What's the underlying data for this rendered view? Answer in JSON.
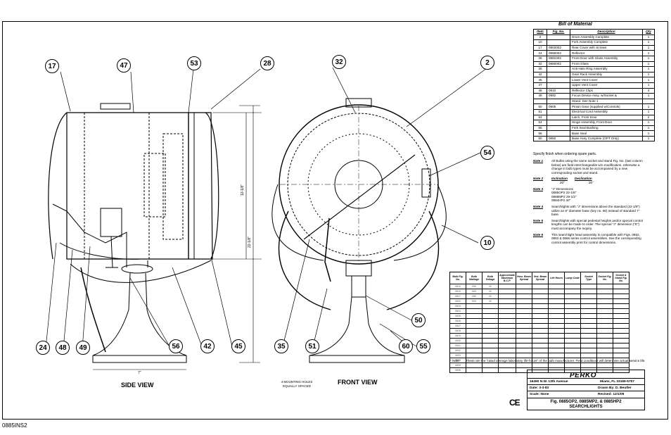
{
  "callouts": [
    "17",
    "47",
    "53",
    "28",
    "32",
    "2",
    "54",
    "10",
    "50",
    "24",
    "48",
    "49",
    "56",
    "42",
    "45",
    "35",
    "51",
    "60",
    "55"
  ],
  "views": {
    "side": "SIDE VIEW",
    "front": "FRONT VIEW"
  },
  "dimensions": {
    "d1": "12-1/8\"",
    "d2": "22-1/8\"",
    "foot": "7\""
  },
  "mounting_note": [
    "4 MOUNTING HOLES",
    "EQUALLY SPACED"
  ],
  "bom": {
    "title": "Bill of Material",
    "headers": [
      "Item",
      "Fig. No.",
      "Description",
      "Qty"
    ],
    "rows": [
      [
        "2",
        "",
        "Drum Assembly Complete",
        "1"
      ],
      [
        "10",
        "",
        "Fork Assembly Complete",
        "1"
      ],
      [
        "17",
        "0902002",
        "Rear Cover with Screws",
        "1"
      ],
      [
        "24",
        "0890002",
        "Reflector",
        "1"
      ],
      [
        "28",
        "0891002",
        "Front Door with Glass Assembly",
        "1"
      ],
      [
        "32",
        "0880002",
        "Front Glass",
        "1"
      ],
      [
        "35",
        "",
        "Anti-Halo Ring Assembly",
        "1"
      ],
      [
        "42",
        "",
        "Gear Rack Assembly",
        "1"
      ],
      [
        "45",
        "",
        "Lower Vent Cover",
        "1"
      ],
      [
        "47",
        "",
        "Upper Vent Cover",
        "1"
      ],
      [
        "48",
        "0910",
        "Reflector Clips",
        "4"
      ],
      [
        "49",
        "0892",
        "Focus Device Assy. w/Socket &",
        "1"
      ],
      [
        "",
        "",
        "Stand. See Note 1",
        ""
      ],
      [
        "50",
        "0905",
        "Pinion Gear (supplied w/Controls)",
        "1"
      ],
      [
        "51",
        "",
        "Electrical Cord Assembly",
        "1"
      ],
      [
        "53",
        "",
        "Latch, Front Door",
        "2"
      ],
      [
        "54",
        "",
        "Hinge Assembly, Front Door",
        "1"
      ],
      [
        "55",
        "",
        "Fork Seal Bushing",
        "1"
      ],
      [
        "56",
        "",
        "Base Seal",
        "1"
      ],
      [
        "60",
        "0850",
        "Base Assy Complete (OPT Only)",
        "1"
      ]
    ],
    "spec": "Specify finish when ordering spare parts."
  },
  "notes": {
    "n1": {
      "label": "Note 1",
      "text": "All Bulbs using the same socket and stand Fig. No. (last column below) are field interchangeable w/o modification, otherwise a change in bulb types must be accompanied by a new corresponding socket and stand."
    },
    "n2": {
      "label": "Note 2",
      "h1": "Inclination",
      "h2": "Declination",
      "v1": "20°",
      "v2": "20°"
    },
    "n3": {
      "label": "Note 3",
      "text": "\"J\" Dimensions",
      "lines": [
        "0885OP2    22-1/8\"",
        "0885MP2    29-1/2\"",
        "0884HP2    40\""
      ]
    },
    "n4": {
      "label": "Note 4",
      "text": "Searchlights with \"J\" dimensions above the standard (22-1/8\") utilize an 8\" diameter base (key no. 60) instead of standard 7\" base."
    },
    "n5": {
      "label": "Note 5",
      "text": "Searchlights with special pedestal heights and/or special control lengths can be made to order. The special \"J\" dimension (\"E\") must accompany the inquiry."
    },
    "n6": {
      "label": "Note 6",
      "text": "This searchlight head assembly is compatible with Figs. 0852, 0863 & 0866 series control assemblies. See the corresponding control assembly print for control dimensions."
    }
  },
  "bulb_table": {
    "headers": [
      "Bulb Fig. No.",
      "Bulb Wattage",
      "Bulb Voltage",
      "Approximate Maximum B.C.P.",
      "Horz. Beam Spread",
      "Vert. Beam Spread",
      "Life Hours",
      "Lamp Code",
      "Socket Type",
      "Socket Fig. No.",
      "Socket & Stand Fig. No."
    ],
    "rows": [
      [
        "0810",
        "250",
        "32",
        "",
        "",
        "",
        "",
        "",
        "",
        "",
        ""
      ],
      [
        "0815",
        "500",
        "32",
        "",
        "",
        "",
        "",
        "",
        "",
        "",
        ""
      ],
      [
        "0817",
        "250",
        "32",
        "",
        "",
        "",
        "",
        "",
        "",
        "",
        ""
      ],
      [
        "0822",
        "500",
        "32",
        "",
        "",
        "",
        "",
        "",
        "",
        "",
        ""
      ],
      [
        "0823",
        "",
        "",
        "",
        "",
        "",
        "",
        "",
        "",
        "",
        ""
      ],
      [
        "0824",
        "",
        "",
        "",
        "",
        "",
        "",
        "",
        "",
        "",
        ""
      ],
      [
        "0825",
        "",
        "",
        "",
        "",
        "",
        "",
        "",
        "",
        "",
        ""
      ],
      [
        "0826",
        "",
        "",
        "",
        "",
        "",
        "",
        "",
        "",
        "",
        ""
      ],
      [
        "0827",
        "",
        "",
        "",
        "",
        "",
        "",
        "",
        "",
        "",
        ""
      ],
      [
        "0828",
        "",
        "",
        "",
        "",
        "",
        "",
        "",
        "",
        "",
        ""
      ],
      [
        "0829",
        "",
        "",
        "",
        "",
        "",
        "",
        "",
        "",
        "",
        ""
      ],
      [
        "0830",
        "",
        "",
        "",
        "",
        "",
        "",
        "",
        "",
        "",
        ""
      ],
      [
        "0831",
        "",
        "",
        "",
        "",
        "",
        "",
        "",
        "",
        "",
        ""
      ],
      [
        "0832",
        "",
        "",
        "",
        "",
        "",
        "",
        "",
        "",
        "",
        ""
      ],
      [
        "0833",
        "",
        "",
        "",
        "",
        "",
        "",
        "",
        "",
        "",
        ""
      ],
      [
        "0834",
        "",
        "",
        "",
        "",
        "",
        "",
        "",
        "",
        "",
        ""
      ],
      [
        "0835",
        "",
        "",
        "",
        "",
        "",
        "",
        "",
        "",
        "",
        ""
      ],
      [
        "0836",
        "",
        "",
        "",
        "",
        "",
        "",
        "",
        "",
        "",
        ""
      ]
    ],
    "note_label": "* Note:",
    "note_text": "These are the \"rated average laboratory life-hours\" of the bulb manufacturer. Field conditions will determine actual service life."
  },
  "title_block": {
    "logo": "PERKO",
    "address": "16490 N.W. 13th Avenue",
    "city": "Miami, FL 33169-5707",
    "date": "Date:  3-3-83",
    "drawn": "Drawn By:    D. Beutler",
    "scale": "Scale:  None",
    "revised": "Revised:  12/1/09",
    "title1": "Fig. 0885OP2, 0885MP2, & 0885HP2",
    "title2": "SEARCHLIGHTS"
  },
  "ce_mark": "CE",
  "drawing_number": "0885INS2"
}
